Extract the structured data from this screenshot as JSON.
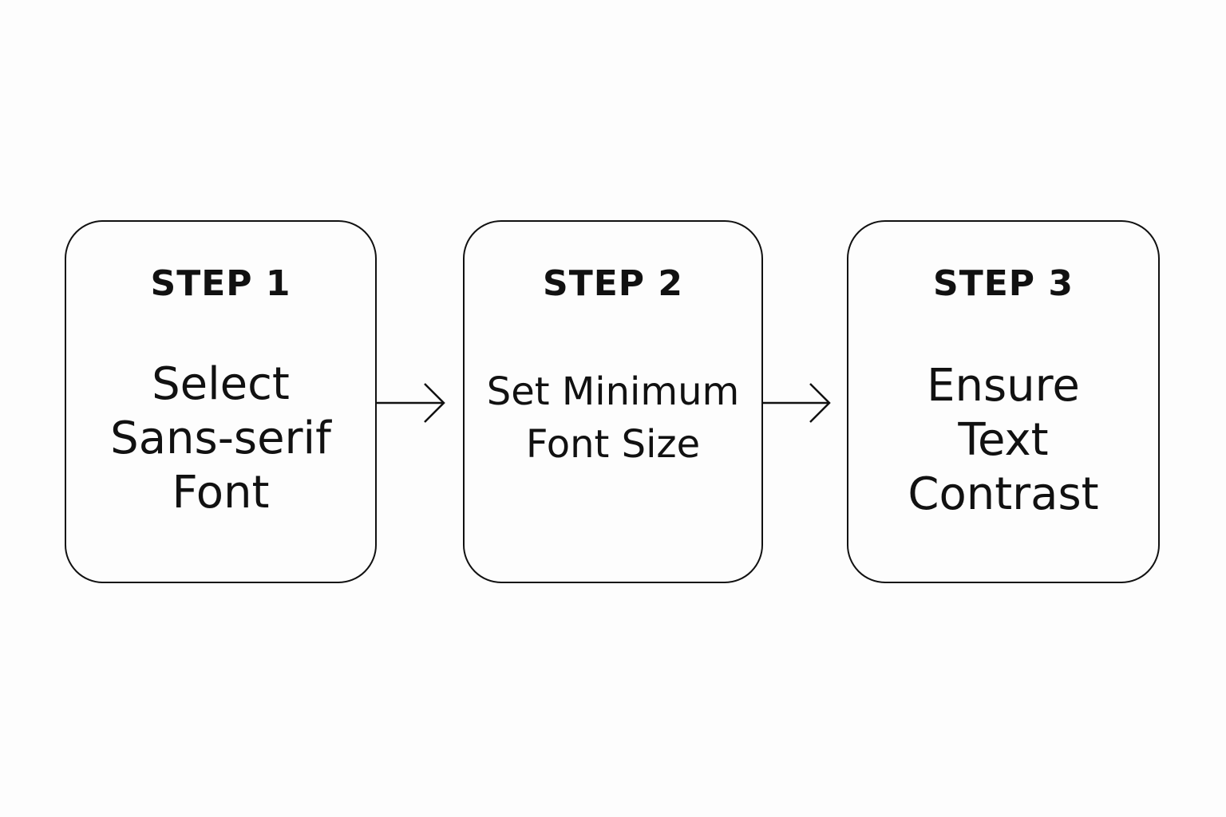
{
  "steps": [
    {
      "label": "STEP 1",
      "lines": [
        "Select",
        "Sans-serif",
        "Font"
      ]
    },
    {
      "label": "STEP 2",
      "lines": [
        "Set Minimum",
        "Font Size"
      ]
    },
    {
      "label": "STEP 3",
      "lines": [
        "Ensure",
        "Text",
        "Contrast"
      ]
    }
  ],
  "colors": {
    "stroke": "#111111",
    "background": "#fdfdfd"
  }
}
